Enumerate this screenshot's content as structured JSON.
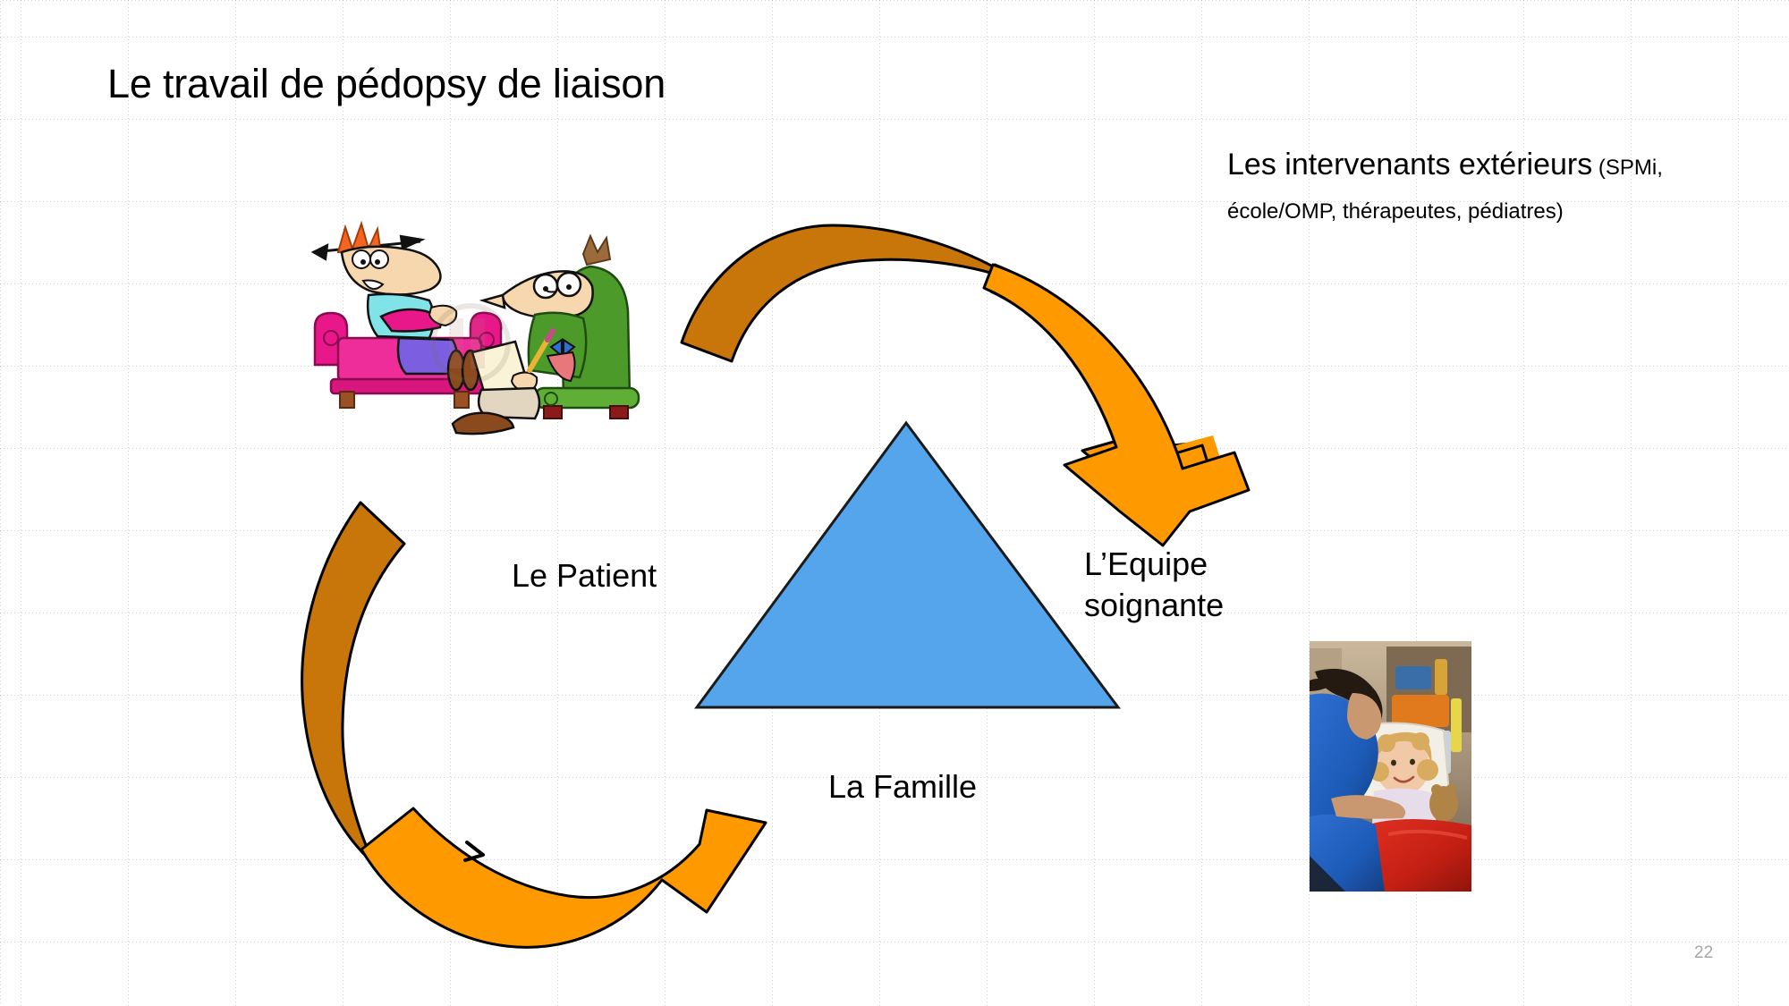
{
  "slide": {
    "title": "Le travail de pédopsy de liaison",
    "page_number": "22",
    "background_color": "#ffffff"
  },
  "external_actors": {
    "heading": "Les intervenants extérieurs",
    "detail": " (SPMi, école/OMP, thérapeutes,  pédiatres)"
  },
  "diagram": {
    "triangle": {
      "fill_color": "#55A5EC",
      "stroke_color": "#1a1a1a"
    },
    "arrows": {
      "dark_orange": "#C8760A",
      "bright_orange": "#FF9900",
      "stroke_color": "#000000"
    },
    "nodes": [
      {
        "id": "patient",
        "label": "Le Patient"
      },
      {
        "id": "equipe",
        "label": "L’Equipe\nsoignante"
      },
      {
        "id": "famille",
        "label": "La Famille"
      }
    ]
  },
  "images": {
    "therapy_cartoon": {
      "name": "psychotherapy-session-cartoon",
      "description": "Cartoon of a patient with an arrow through his head lying on a pink couch while a therapist in a green armchair takes notes"
    },
    "nurse_photo": {
      "name": "nurse-with-child-photo",
      "description": "Photograph of a nurse in blue scrubs sitting beside a young blonde child in a hospital bed with a red blanket"
    }
  }
}
